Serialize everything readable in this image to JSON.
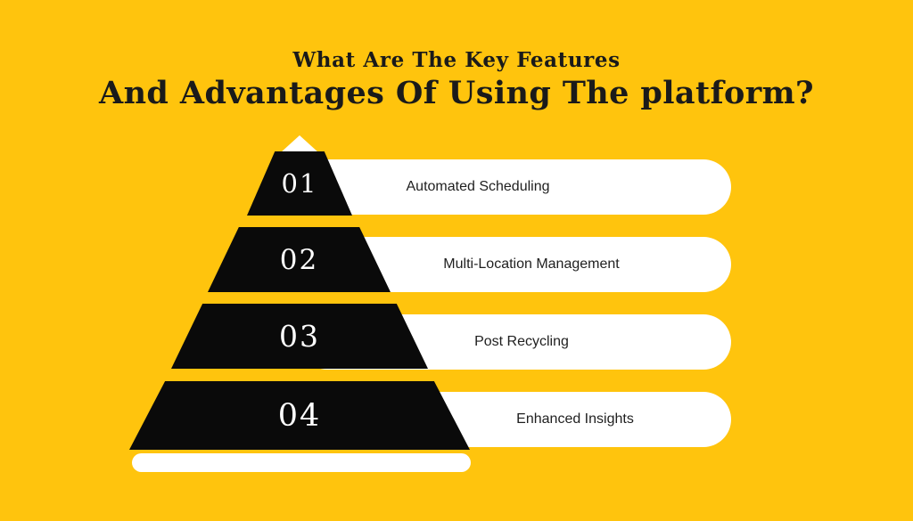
{
  "title": {
    "line1": "What Are The Key Features",
    "line2": "And Advantages Of Using The platform?"
  },
  "pyramid": {
    "levels": [
      {
        "number": "01",
        "label": "Automated Scheduling"
      },
      {
        "number": "02",
        "label": "Multi-Location Management"
      },
      {
        "number": "03",
        "label": "Post Recycling"
      },
      {
        "number": "04",
        "label": "Enhanced Insights"
      }
    ]
  },
  "colors": {
    "background": "#FFC40D",
    "segment": "#0A0A0A",
    "bar": "#FFFFFF",
    "title_text": "#1A1A1A",
    "label_text": "#1F1F1F",
    "number_text": "#FFFFFF"
  }
}
